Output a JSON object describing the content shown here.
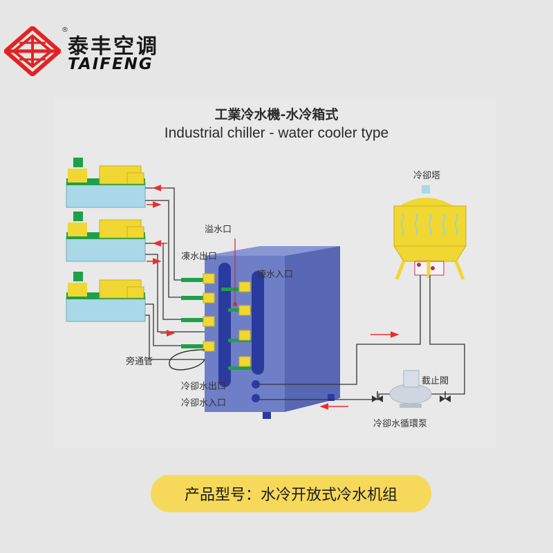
{
  "brand": {
    "name_cn": "泰丰空调",
    "name_en": "TAIFENG",
    "registered_mark": "®",
    "logo_color": "#e02424"
  },
  "diagram": {
    "title_cn": "工業冷水機-水冷箱式",
    "title_en": "Industrial chiller - water cooler type",
    "labels": {
      "overflow": "溢水口",
      "chilled_water_outlet": "凍水出口",
      "chilled_water_inlet": "凍水入口",
      "bypass_pipe": "旁通管",
      "cooling_water_outlet": "冷卻水出口",
      "cooling_water_inlet": "冷卻水入口",
      "cooling_tower": "冷卻塔",
      "stop_valve": "截止閥",
      "circulation_pump": "冷卻水循環泵"
    },
    "colors": {
      "machine_yellow": "#f0d732",
      "machine_base": "#a9d8e8",
      "chiller_body": "#6f7fc7",
      "coil_dark": "#2a3a9e",
      "pipe_green": "#1ea04a",
      "arrow_red": "#e53030"
    }
  },
  "product": {
    "model_label": "产品型号：水冷开放式冷水机组"
  }
}
